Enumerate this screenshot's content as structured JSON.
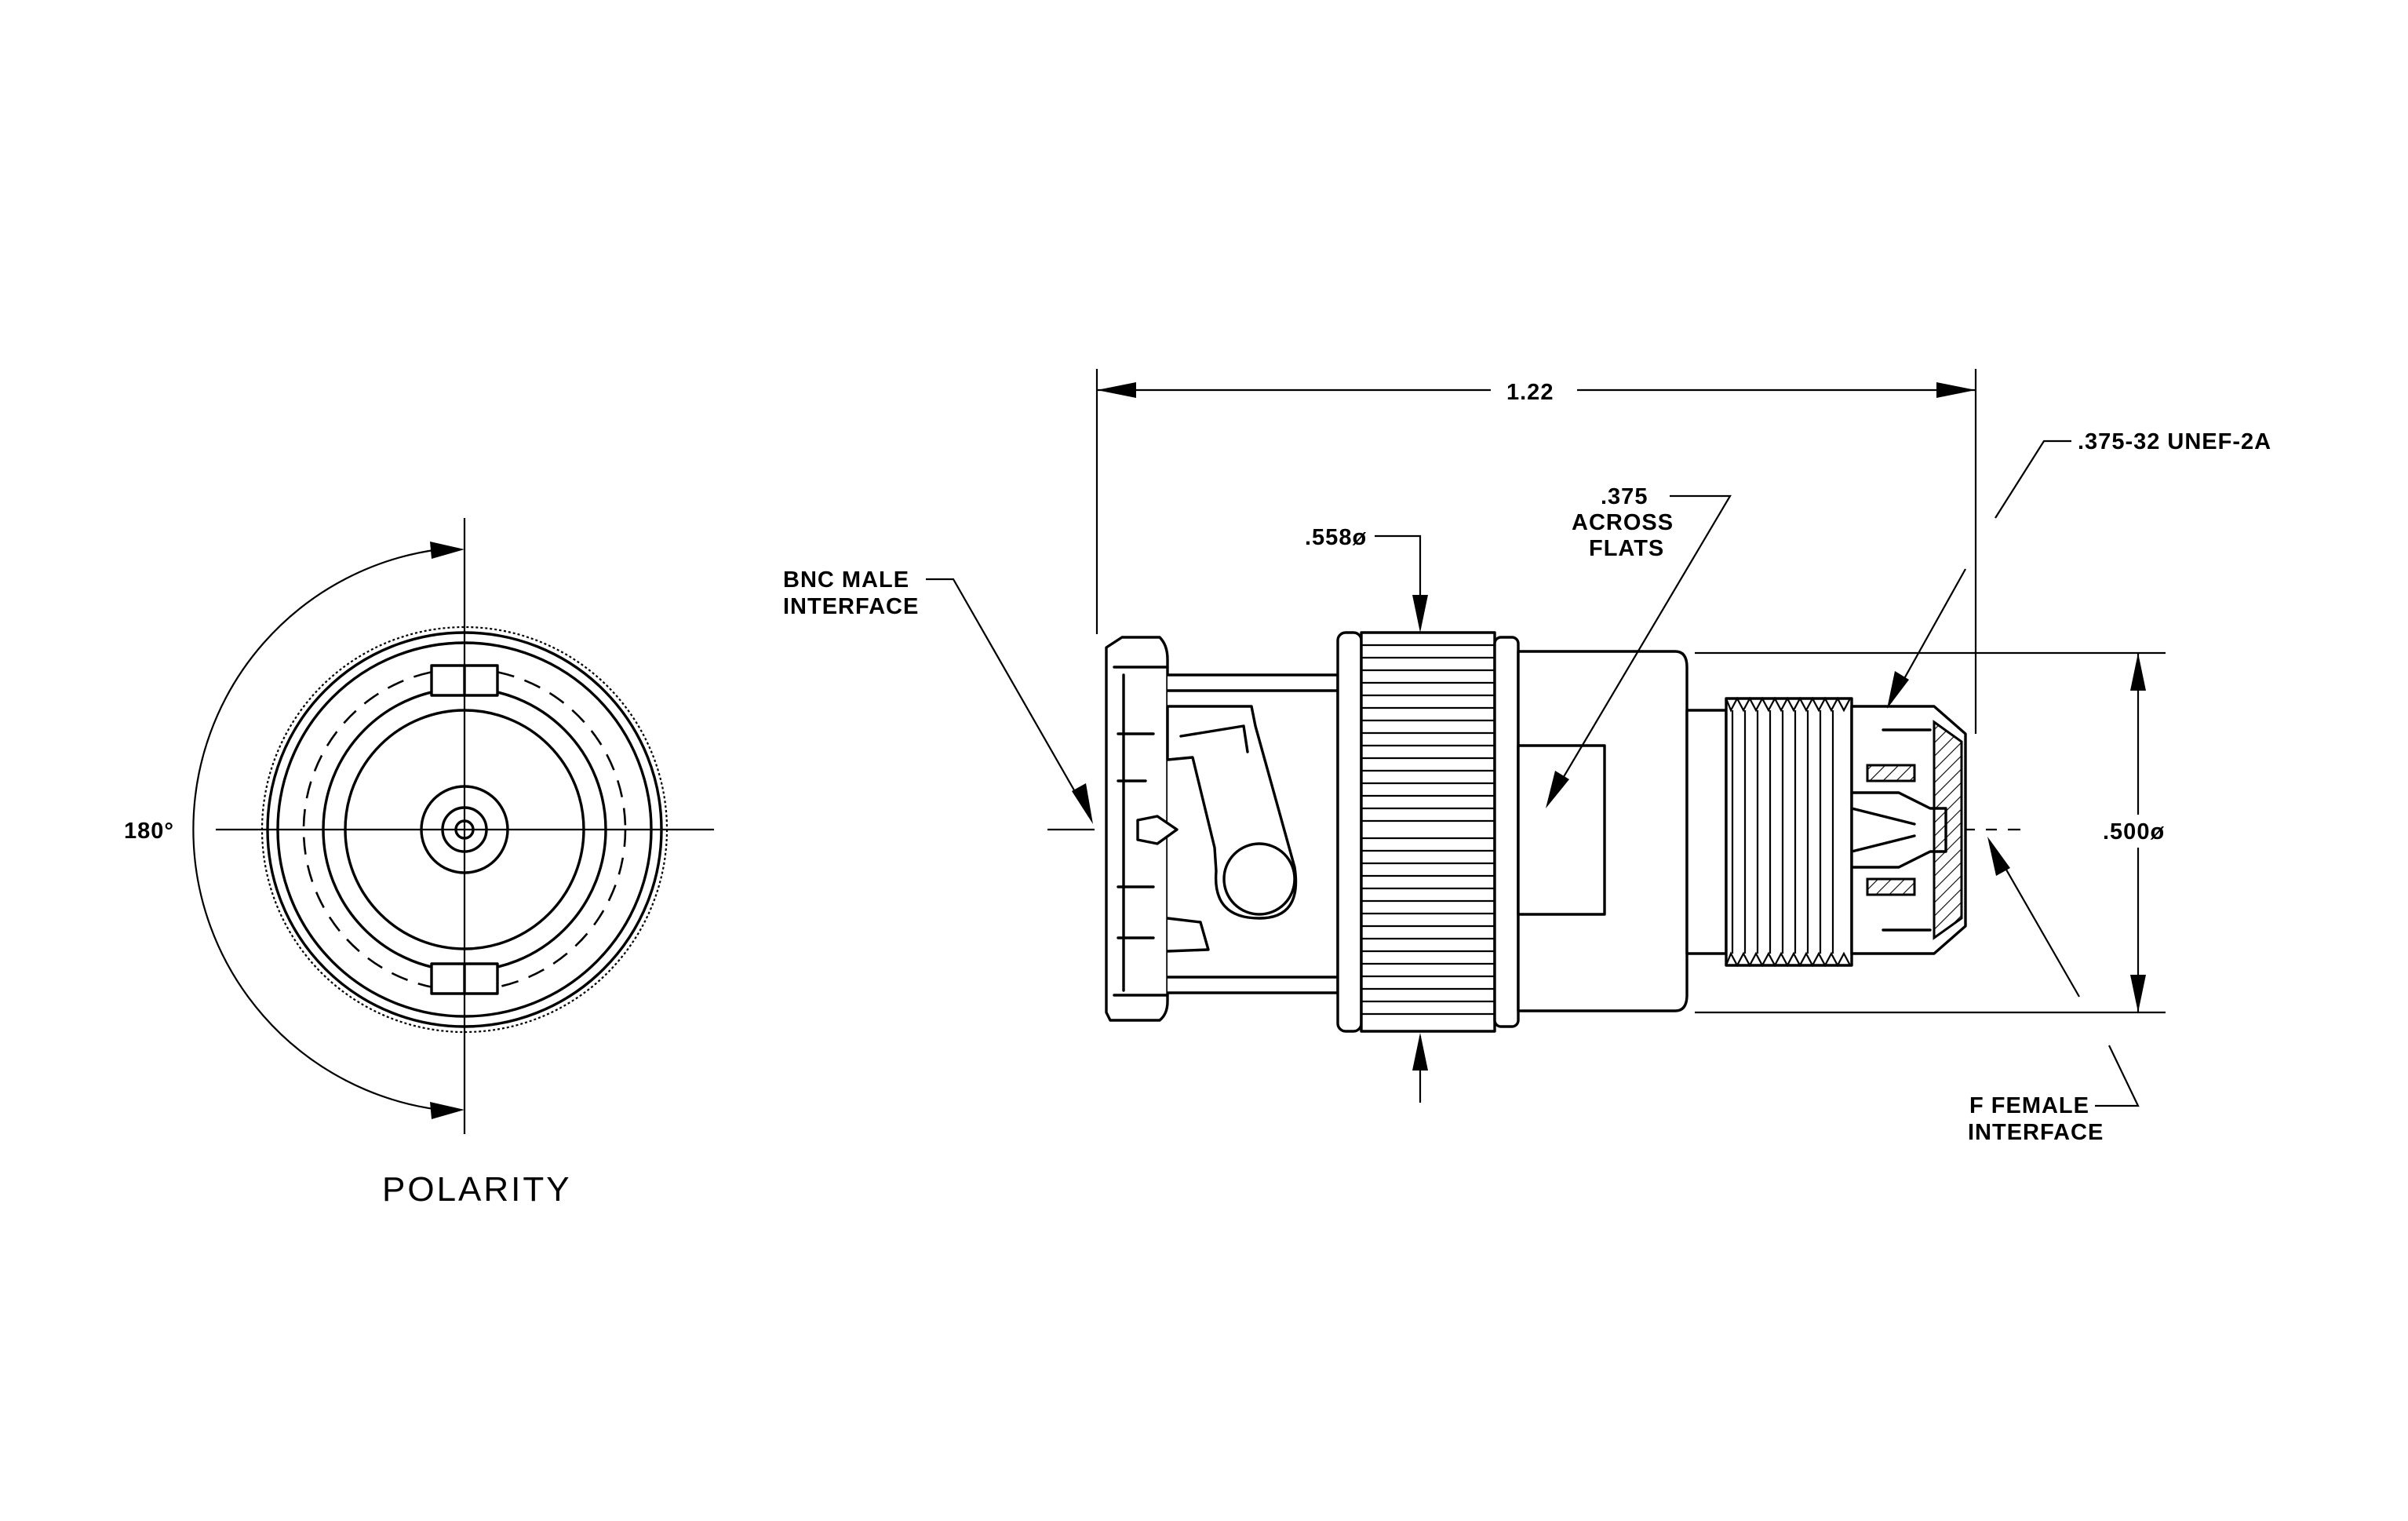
{
  "colors": {
    "line": "#000000",
    "background": "#ffffff"
  },
  "end_view": {
    "angle_label": "180°",
    "caption": "POLARITY"
  },
  "side_view": {
    "overall_length": "1.22",
    "coupling_diameter": ".558ø",
    "flats_label": [
      ".375",
      "ACROSS",
      "FLATS"
    ],
    "thread_spec": ".375-32 UNEF-2A",
    "body_diameter": ".500ø",
    "bnc_label": [
      "BNC MALE",
      "INTERFACE"
    ],
    "f_label": [
      "F FEMALE",
      "INTERFACE"
    ]
  }
}
